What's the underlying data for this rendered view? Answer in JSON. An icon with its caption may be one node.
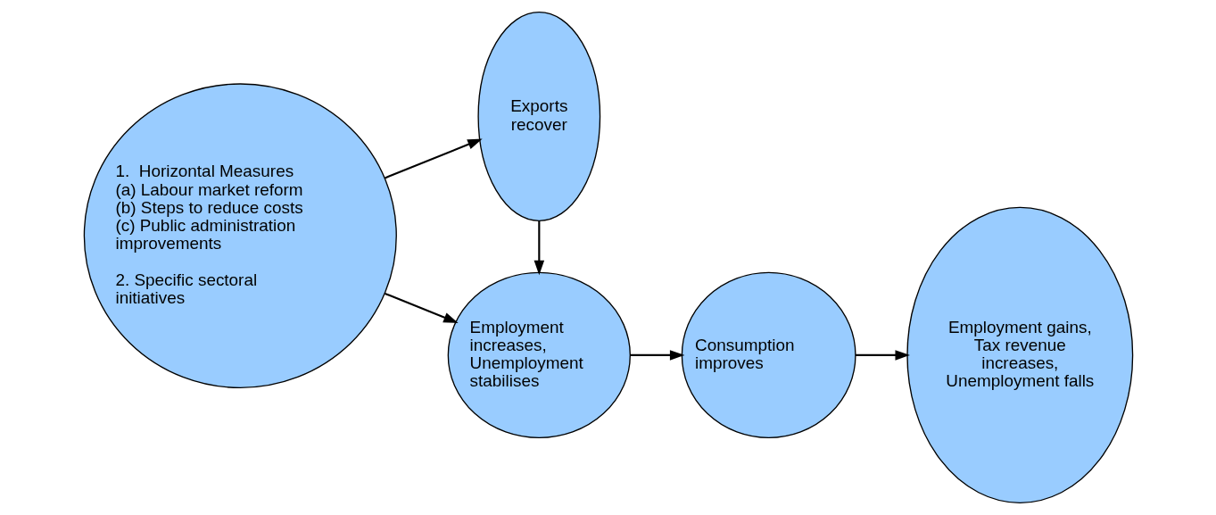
{
  "diagram": {
    "nodes": [
      {
        "text": [
          "1.  Horizontal Measures",
          "(a) Labour market reform",
          "(b) Steps to reduce costs",
          "(c) Public administration improvements",
          "2. Specific sectoral initiatives"
        ]
      },
      {
        "text": [
          "Employment increases, Unemployment stabilises"
        ]
      },
      {
        "text": [
          "Exports recover"
        ]
      },
      {
        "text": [
          "Consumption improves"
        ]
      },
      {
        "text": [
          "Employment gains, Tax revenue increases, Unemployment falls"
        ]
      }
    ],
    "edges": [
      {
        "from": 0,
        "to": 1,
        "arrow": "to"
      },
      {
        "from": 0,
        "to": 2,
        "arrow": "to"
      },
      {
        "from": 2,
        "to": 1,
        "arrow": "to"
      },
      {
        "from": 1,
        "to": 3,
        "arrow": "to"
      },
      {
        "from": 3,
        "to": 4,
        "arrow": "to"
      }
    ]
  }
}
